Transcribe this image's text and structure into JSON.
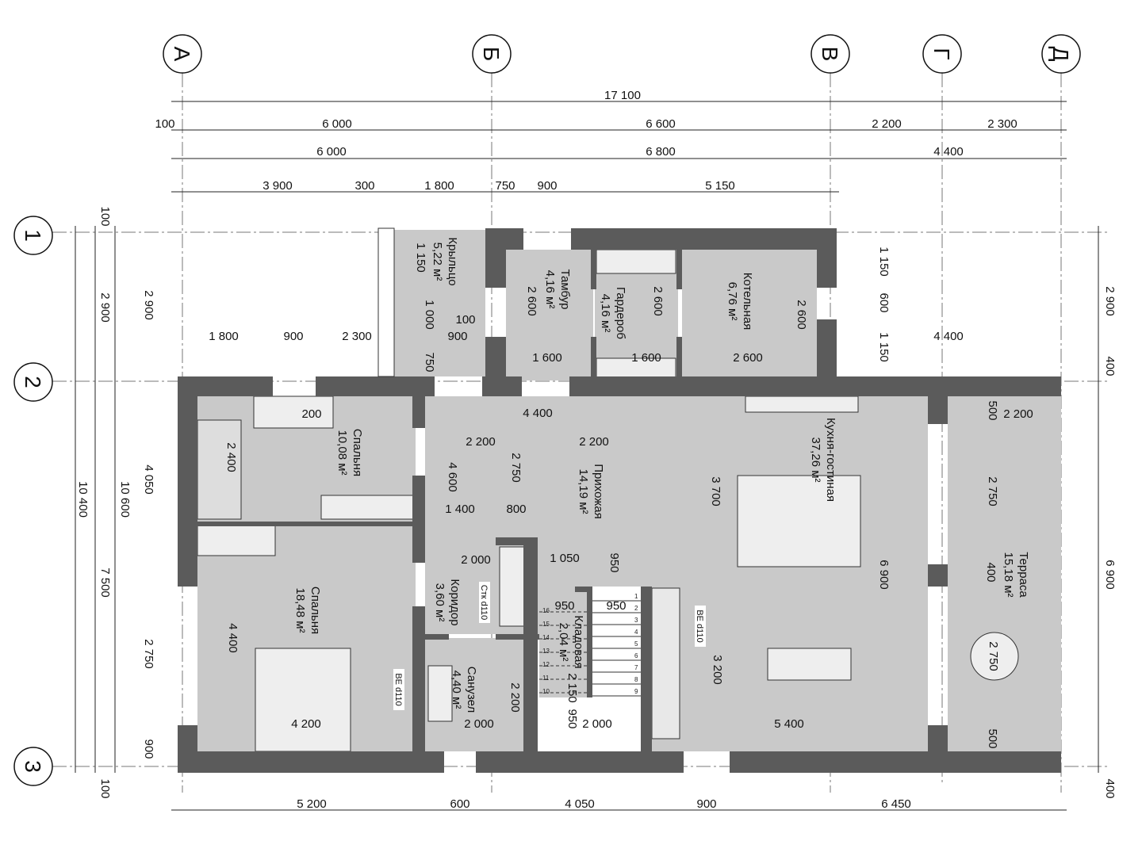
{
  "axes": {
    "letters": [
      "А",
      "Б",
      "В",
      "Г",
      "Д"
    ],
    "numbers": [
      "1",
      "2",
      "3"
    ]
  },
  "dimensions": {
    "top": [
      "17 100",
      "100",
      "6 000",
      "6 600",
      "2 200",
      "2 300",
      "6 000",
      "6 800",
      "4 400",
      "3 900",
      "300",
      "1 800",
      "750",
      "900",
      "5 150"
    ],
    "bottom": [
      "5 200",
      "600",
      "4 050",
      "900",
      "6 450"
    ],
    "left": [
      "100",
      "2 900",
      "10 400",
      "10 600",
      "7 500",
      "100",
      "2 900",
      "4 050",
      "2 750",
      "900"
    ],
    "right": [
      "2 900",
      "400",
      "6 900",
      "400"
    ],
    "interior": [
      "1 150",
      "600",
      "1 150",
      "4 400",
      "1 800",
      "900",
      "2 300",
      "1 150",
      "1 000",
      "100",
      "900",
      "750",
      "2 600",
      "1 600",
      "2 600",
      "1 600",
      "2 600",
      "2 600",
      "200",
      "2 400",
      "4 400",
      "2 200",
      "2 200",
      "2 750",
      "4 600",
      "1 400",
      "800",
      "3 700",
      "2 000",
      "1 050",
      "950",
      "950",
      "950",
      "2 150",
      "950",
      "2 000",
      "2 000",
      "2 200",
      "4 400",
      "4 200",
      "3 200",
      "5 400",
      "6 900",
      "2 200",
      "500",
      "2 750",
      "400",
      "2 750",
      "500"
    ]
  },
  "rooms": [
    {
      "name": "Крыльцо",
      "area": "5,22 м²"
    },
    {
      "name": "Тамбур",
      "area": "4,16 м²"
    },
    {
      "name": "Гардероб",
      "area": "4,16 м²"
    },
    {
      "name": "Котельная",
      "area": "6,76 м²"
    },
    {
      "name": "Спальня",
      "area": "10,08 м²"
    },
    {
      "name": "Прихожая",
      "area": "14,19 м²"
    },
    {
      "name": "Кухня-гостиная",
      "area": "37,26 м²"
    },
    {
      "name": "Терраса",
      "area": "15,18 м²"
    },
    {
      "name": "Спальня",
      "area": "18,48 м²"
    },
    {
      "name": "Коридор",
      "area": "3,60 м²"
    },
    {
      "name": "Санузел",
      "area": "4,40 м²"
    },
    {
      "name": "Кладовая",
      "area": "2,04 м²"
    }
  ],
  "notes": [
    "Стк d110",
    "ВЕ d110",
    "ВЕ d110"
  ],
  "stair_steps": [
    "1",
    "2",
    "3",
    "4",
    "5",
    "6",
    "7",
    "8",
    "9",
    "10",
    "11",
    "12",
    "13",
    "14",
    "15",
    "16"
  ],
  "colors": {
    "wall": "#5b5b5b",
    "floor": "#c9c9c9"
  }
}
